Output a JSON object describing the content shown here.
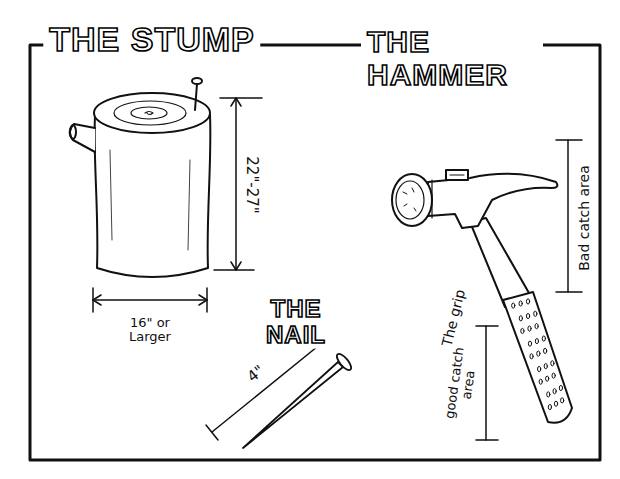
{
  "diagram": {
    "labels": [
      "THE STUMP",
      "THE HAMMER",
      "22\"-27\"",
      "16\" or Larger",
      "THE NAIL",
      "4\"",
      "The grip",
      "good catch area",
      "Bad catch area"
    ]
  }
}
